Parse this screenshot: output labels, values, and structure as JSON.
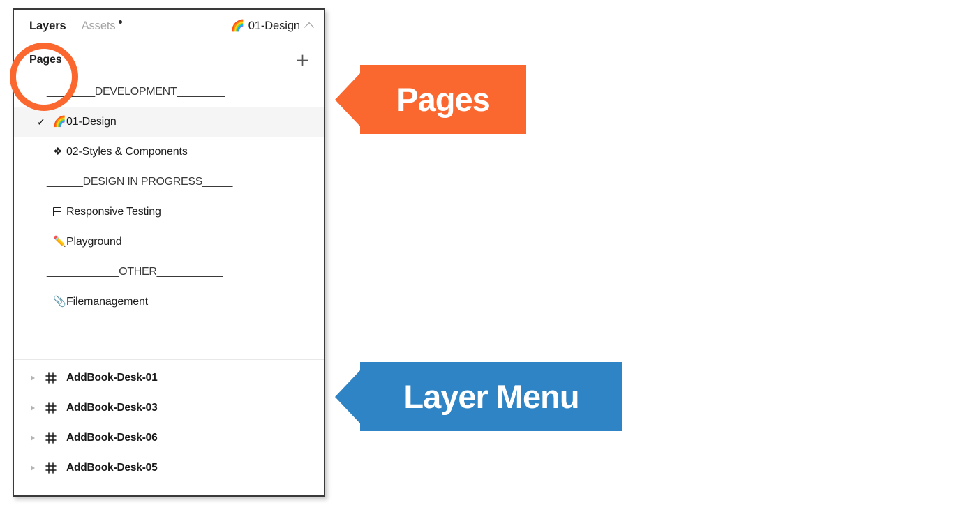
{
  "panel": {
    "header": {
      "tabs": [
        {
          "label": "Layers",
          "active": true,
          "badge": false
        },
        {
          "label": "Assets",
          "active": false,
          "badge": true
        }
      ],
      "current_page": {
        "icon": "rainbow-icon",
        "emoji": "🌈",
        "label": "01-Design",
        "chevron": "chevron-up-icon"
      }
    },
    "pages_section": {
      "title": "Pages",
      "add_button": "add-page-icon"
    },
    "pages": [
      {
        "label": "________DEVELOPMENT________",
        "type": "divider",
        "icon": null,
        "emoji": null,
        "checked": false,
        "selected": false
      },
      {
        "label": "01-Design",
        "type": "page",
        "icon": "rainbow-icon",
        "emoji": "🌈",
        "checked": true,
        "selected": true
      },
      {
        "label": "02-Styles & Components",
        "type": "page",
        "icon": "diamond-icon",
        "emoji": "❖",
        "checked": false,
        "selected": false
      },
      {
        "label": "______DESIGN IN PROGRESS_____",
        "type": "divider",
        "icon": null,
        "emoji": null,
        "checked": false,
        "selected": false
      },
      {
        "label": "Responsive Testing",
        "type": "page",
        "icon": "split-rectangle-icon",
        "emoji": null,
        "checked": false,
        "selected": false
      },
      {
        "label": "Playground",
        "type": "page",
        "icon": "pencil-icon",
        "emoji": "✏️",
        "checked": false,
        "selected": false
      },
      {
        "label": "____________OTHER___________",
        "type": "divider",
        "icon": null,
        "emoji": null,
        "checked": false,
        "selected": false
      },
      {
        "label": "Filemanagement",
        "type": "page",
        "icon": "paperclip-icon",
        "emoji": "📎",
        "checked": false,
        "selected": false
      }
    ],
    "layers": [
      {
        "label": "AddBook-Desk-01",
        "icon": "frame-icon",
        "caret": "caret-right-icon"
      },
      {
        "label": "AddBook-Desk-03",
        "icon": "frame-icon",
        "caret": "caret-right-icon"
      },
      {
        "label": "AddBook-Desk-06",
        "icon": "frame-icon",
        "caret": "caret-right-icon"
      },
      {
        "label": "AddBook-Desk-05",
        "icon": "frame-icon",
        "caret": "caret-right-icon"
      }
    ]
  },
  "annotations": {
    "pages_callout": {
      "text": "Pages",
      "color": "#FA6830"
    },
    "layer_callout": {
      "text": "Layer Menu",
      "color": "#2E84C4"
    },
    "pages_ellipse": {
      "color": "#FA6830"
    }
  }
}
